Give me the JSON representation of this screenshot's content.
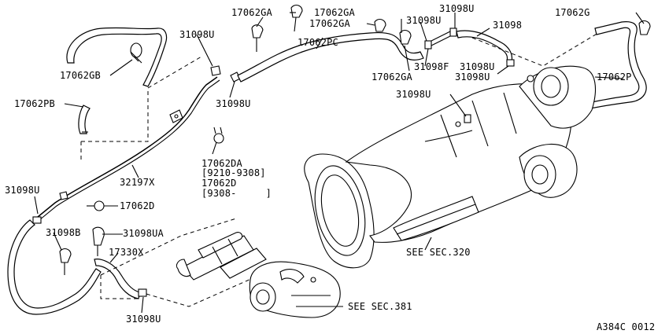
{
  "labels": {
    "p17062GA_a": "17062GA",
    "p17062GA_b": "17062GA",
    "p17062GA_c": "17062GA",
    "p17062GA_d": "17062GA",
    "p31098U_top": "31098U",
    "p31098U_mid": "31098U",
    "p31098U_tr": "31098U",
    "p31098U_a": "31098U",
    "p31098U_b": "31098U",
    "p31098U_c": "31098U",
    "p31098U_left": "31098U",
    "p31098U_bottom": "31098U",
    "p31098U_trans": "31098U",
    "p31098F": "31098F",
    "p31098": "31098",
    "p17062G": "17062G",
    "p17062P": "17062P",
    "p17062PC": "17062PC",
    "p17062GB": "17062GB",
    "p17062PB": "17062PB",
    "p32197X": "32197X",
    "p17062DA": "17062DA",
    "p9210_9308": "[9210-9308]",
    "p17062D_a": "17062D",
    "p9308": "[9308-     ]",
    "p17062D_b": "17062D",
    "p31098B": "31098B",
    "p31098UA": "31098UA",
    "p17330X": "17330X",
    "see_sec_320": "SEE SEC.320",
    "see_sec_381": "SEE SEC.381",
    "figure_code": "A384C 0012"
  }
}
